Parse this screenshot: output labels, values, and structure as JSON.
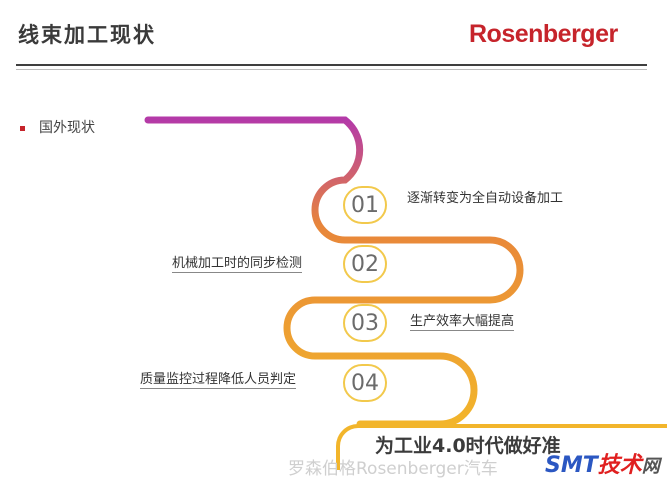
{
  "header": {
    "title": "线束加工现状",
    "brand": "Rosenberger",
    "brand_color": "#c6242b"
  },
  "bullet": {
    "text": "国外现状",
    "color": "#c6242b"
  },
  "steps": [
    {
      "number": "01",
      "label": "逐渐转变为全自动设备加工"
    },
    {
      "number": "02",
      "label": "机械加工时的同步检测"
    },
    {
      "number": "03",
      "label": "生产效率大幅提高"
    },
    {
      "number": "04",
      "label": "质量监控过程降低人员判定"
    }
  ],
  "banner": {
    "text": "为工业4.0时代做好准"
  },
  "watermark": {
    "text": "罗森伯格Rosenberger汽车"
  },
  "site_logo": {
    "part1": "SMT",
    "part2": "技术",
    "part3": "网"
  },
  "colors": {
    "path_start": "#b43aa8",
    "path_mid": "#e8863a",
    "path_end": "#f2b52b"
  }
}
